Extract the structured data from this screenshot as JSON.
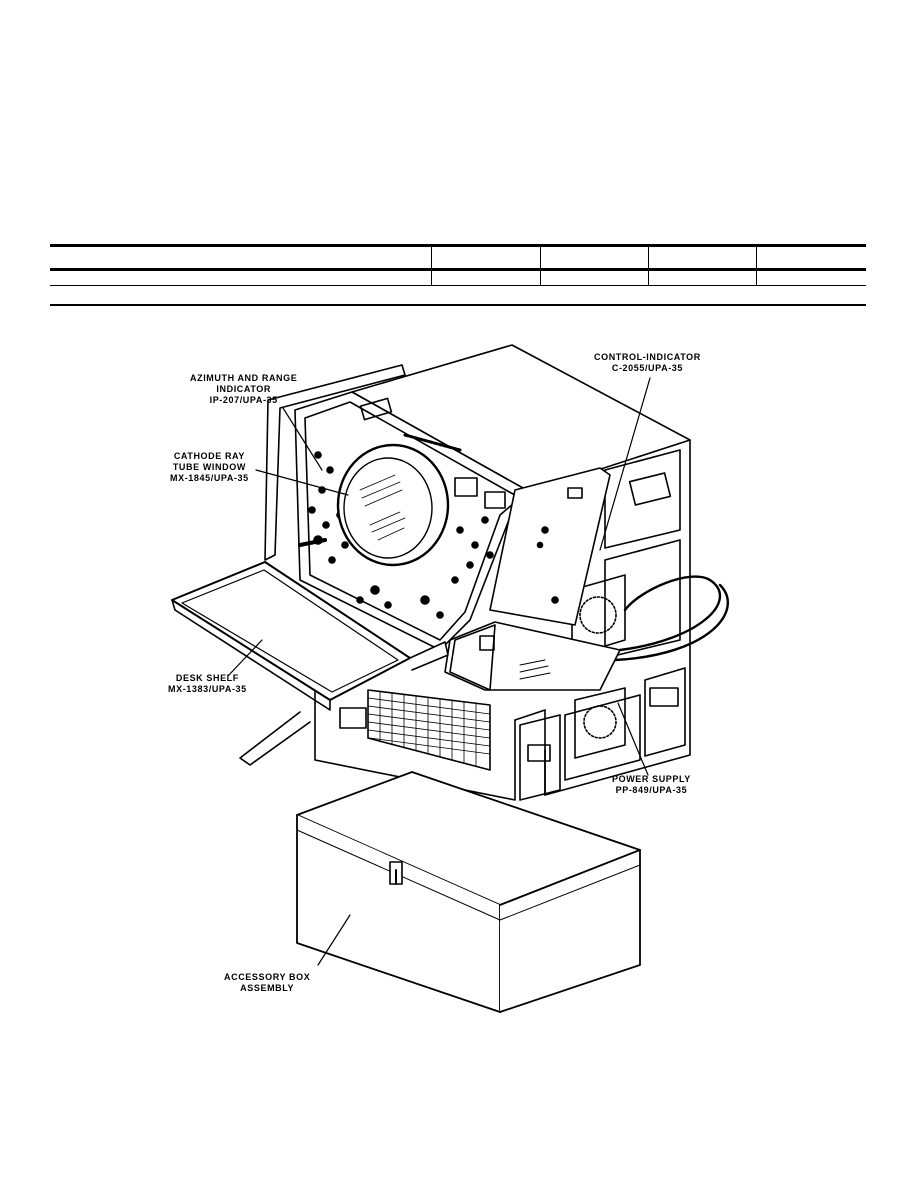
{
  "figure": {
    "callouts": {
      "azimuth": {
        "line1": "AZIMUTH AND RANGE",
        "line2": "INDICATOR",
        "line3": "IP-207/UPA-35"
      },
      "crt": {
        "line1": "CATHODE RAY",
        "line2": "TUBE WINDOW",
        "line3": "MX-1845/UPA-35"
      },
      "control": {
        "line1": "CONTROL-INDICATOR",
        "line2": "C-2055/UPA-35"
      },
      "desk": {
        "line1": "DESK SHELF",
        "line2": "MX-1383/UPA-35"
      },
      "power": {
        "line1": "POWER SUPPLY",
        "line2": "PP-849/UPA-35"
      },
      "accessory": {
        "line1": "ACCESSORY BOX",
        "line2": "ASSEMBLY"
      }
    }
  }
}
